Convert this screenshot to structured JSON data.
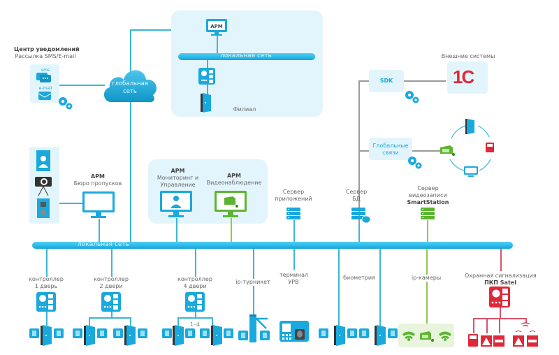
{
  "colors": {
    "accent_blue": "#1aa9dc",
    "accent_green": "#5cb531",
    "accent_red": "#e0283a",
    "panel_bg": "#e3f5fc",
    "line_gray": "#9a9a9a"
  },
  "notification_center": {
    "title": "Центр уведомлений",
    "subtitle": "Рассылка SMS/E-mail",
    "sms_label": "sms",
    "email_label": "e-mail"
  },
  "global_network": {
    "label_line1": "глобальная",
    "label_line2": "сеть"
  },
  "branch": {
    "workstation_label": "АРМ",
    "network_label": "локальная сеть",
    "caption": "Филиал"
  },
  "external": {
    "title": "Внешние системы",
    "sdk_label": "SDK",
    "onec_label": "1С",
    "global_links_line1": "Глобальные",
    "global_links_line2": "связи"
  },
  "pass_bureau": {
    "title": "АРМ",
    "subtitle": "Бюро пропусков"
  },
  "monitoring": {
    "title": "АРМ",
    "subtitle_line1": "Мониторинг и",
    "subtitle_line2": "Управление"
  },
  "video_ws": {
    "title": "АРМ",
    "subtitle": "Видеонаблюдение"
  },
  "servers": [
    {
      "line1": "Сервер",
      "line2": "приложений",
      "line3": ""
    },
    {
      "line1": "Сервер",
      "line2": "БД",
      "line3": ""
    },
    {
      "line1": "Сервер",
      "line2": "видеозаписи",
      "line3": "SmartStation"
    }
  ],
  "main_network": {
    "label": "локальная сеть"
  },
  "devices": [
    {
      "line1": "контроллер",
      "line2": "1 дверь"
    },
    {
      "line1": "контроллер",
      "line2": "2 двери"
    },
    {
      "line1": "контроллер",
      "line2": "4 двери"
    },
    {
      "line1": "ip-турникет",
      "line2": ""
    },
    {
      "line1": "терминал",
      "line2": "УРВ"
    },
    {
      "line1": "биометрия",
      "line2": ""
    },
    {
      "line1": "ip-камеры",
      "line2": ""
    },
    {
      "line1": "Охранная сигнализация",
      "line2": "ПКП Satel"
    }
  ],
  "four_door_range": "1–4"
}
